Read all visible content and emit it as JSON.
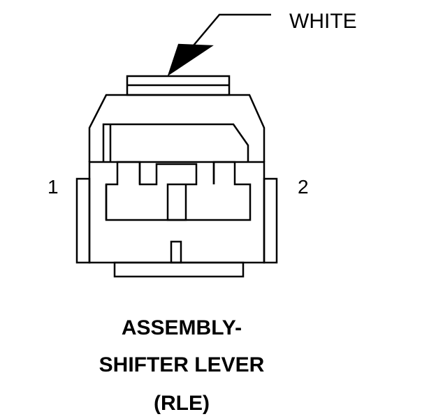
{
  "connector": {
    "color_label": "WHITE",
    "pin_labels": [
      "1",
      "2"
    ],
    "caption_lines": [
      "ASSEMBLY-",
      "SHIFTER LEVER",
      "(RLE)"
    ],
    "line_color": "#000000",
    "background": "#ffffff"
  }
}
